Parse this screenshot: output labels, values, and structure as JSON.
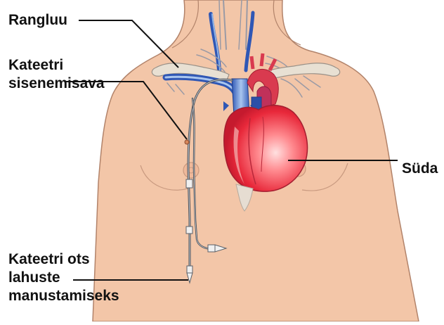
{
  "labels": {
    "clavicle": "Rangluu",
    "entry_line1": "Kateetri",
    "entry_line2": "sisenemisava",
    "heart": "Süda",
    "tip_line1": "Kateetri ots",
    "tip_line2": "lahuste",
    "tip_line3": "manustamiseks"
  },
  "colors": {
    "skin": "#f3c6a8",
    "skin_outline": "#b2836a",
    "bone": "#e8e0d3",
    "vein": "#2f57b5",
    "vein_light": "#8fb3e6",
    "artery": "#d93a4f",
    "heart_red": "#e8283a",
    "catheter": "#5b6068",
    "leader_line": "#111111"
  }
}
